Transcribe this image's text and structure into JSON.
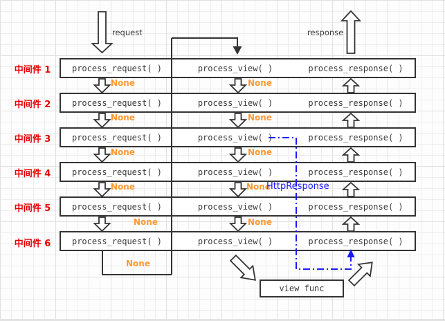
{
  "colors": {
    "middleware_label_red": "#e60000",
    "none_orange": "#ff9933",
    "http_response_blue": "#1a1aff",
    "ink": "#333333"
  },
  "header": {
    "request_label": "request",
    "response_label": "response"
  },
  "middlewares": [
    {
      "name": "中间件 1",
      "process_request": "process_request( )",
      "process_view": "process_view( )",
      "process_response": "process_response( )"
    },
    {
      "name": "中间件 2",
      "process_request": "process_request( )",
      "process_view": "process_view( )",
      "process_response": "process_response( )"
    },
    {
      "name": "中间件 3",
      "process_request": "process_request( )",
      "process_view": "process_view( )",
      "process_response": "process_response( )"
    },
    {
      "name": "中间件 4",
      "process_request": "process_request( )",
      "process_view": "process_view( )",
      "process_response": "process_response( )"
    },
    {
      "name": "中间件 5",
      "process_request": "process_request( )",
      "process_view": "process_view( )",
      "process_response": "process_response( )"
    },
    {
      "name": "中间件 6",
      "process_request": "process_request( )",
      "process_view": "process_view( )",
      "process_response": "process_response( )"
    }
  ],
  "flow_labels": {
    "none": "None",
    "http_response": "HttpResponse"
  },
  "view_func": {
    "label": "view func"
  }
}
